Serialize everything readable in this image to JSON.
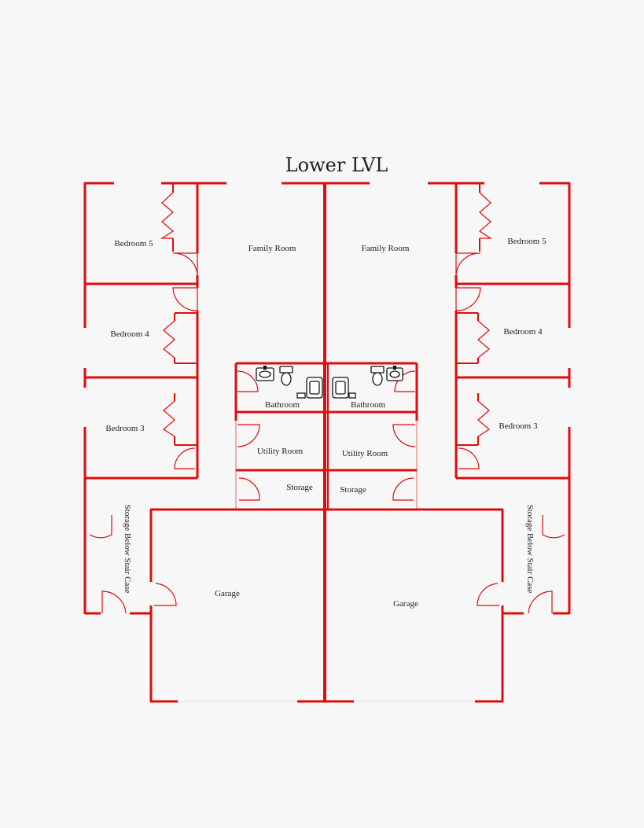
{
  "plan": {
    "title": "Lower LVL",
    "colors": {
      "wall": "#e00c0c",
      "background": "#f7f7f7",
      "text": "#222222",
      "fixture": "#111111"
    },
    "rooms": {
      "left_bedroom5": "Bedroom 5",
      "left_bedroom4": "Bedroom 4",
      "left_bedroom3": "Bedroom 3",
      "left_family_room": "Family Room",
      "left_bathroom": "Bathroom",
      "left_utility_room": "Utility Room",
      "left_storage": "Storage",
      "left_stair_storage": "Storage Below Stair Case",
      "left_garage": "Garage",
      "right_bedroom5": "Bedroom 5",
      "right_bedroom4": "Bedroom 4",
      "right_bedroom3": "Bedroom 3",
      "right_family_room": "Family Room",
      "right_bathroom": "Bathroom",
      "right_utility_room": "Utility Room",
      "right_storage": "Storage",
      "right_stair_storage": "Storage Below Stair Case",
      "right_garage": "Garage"
    }
  }
}
